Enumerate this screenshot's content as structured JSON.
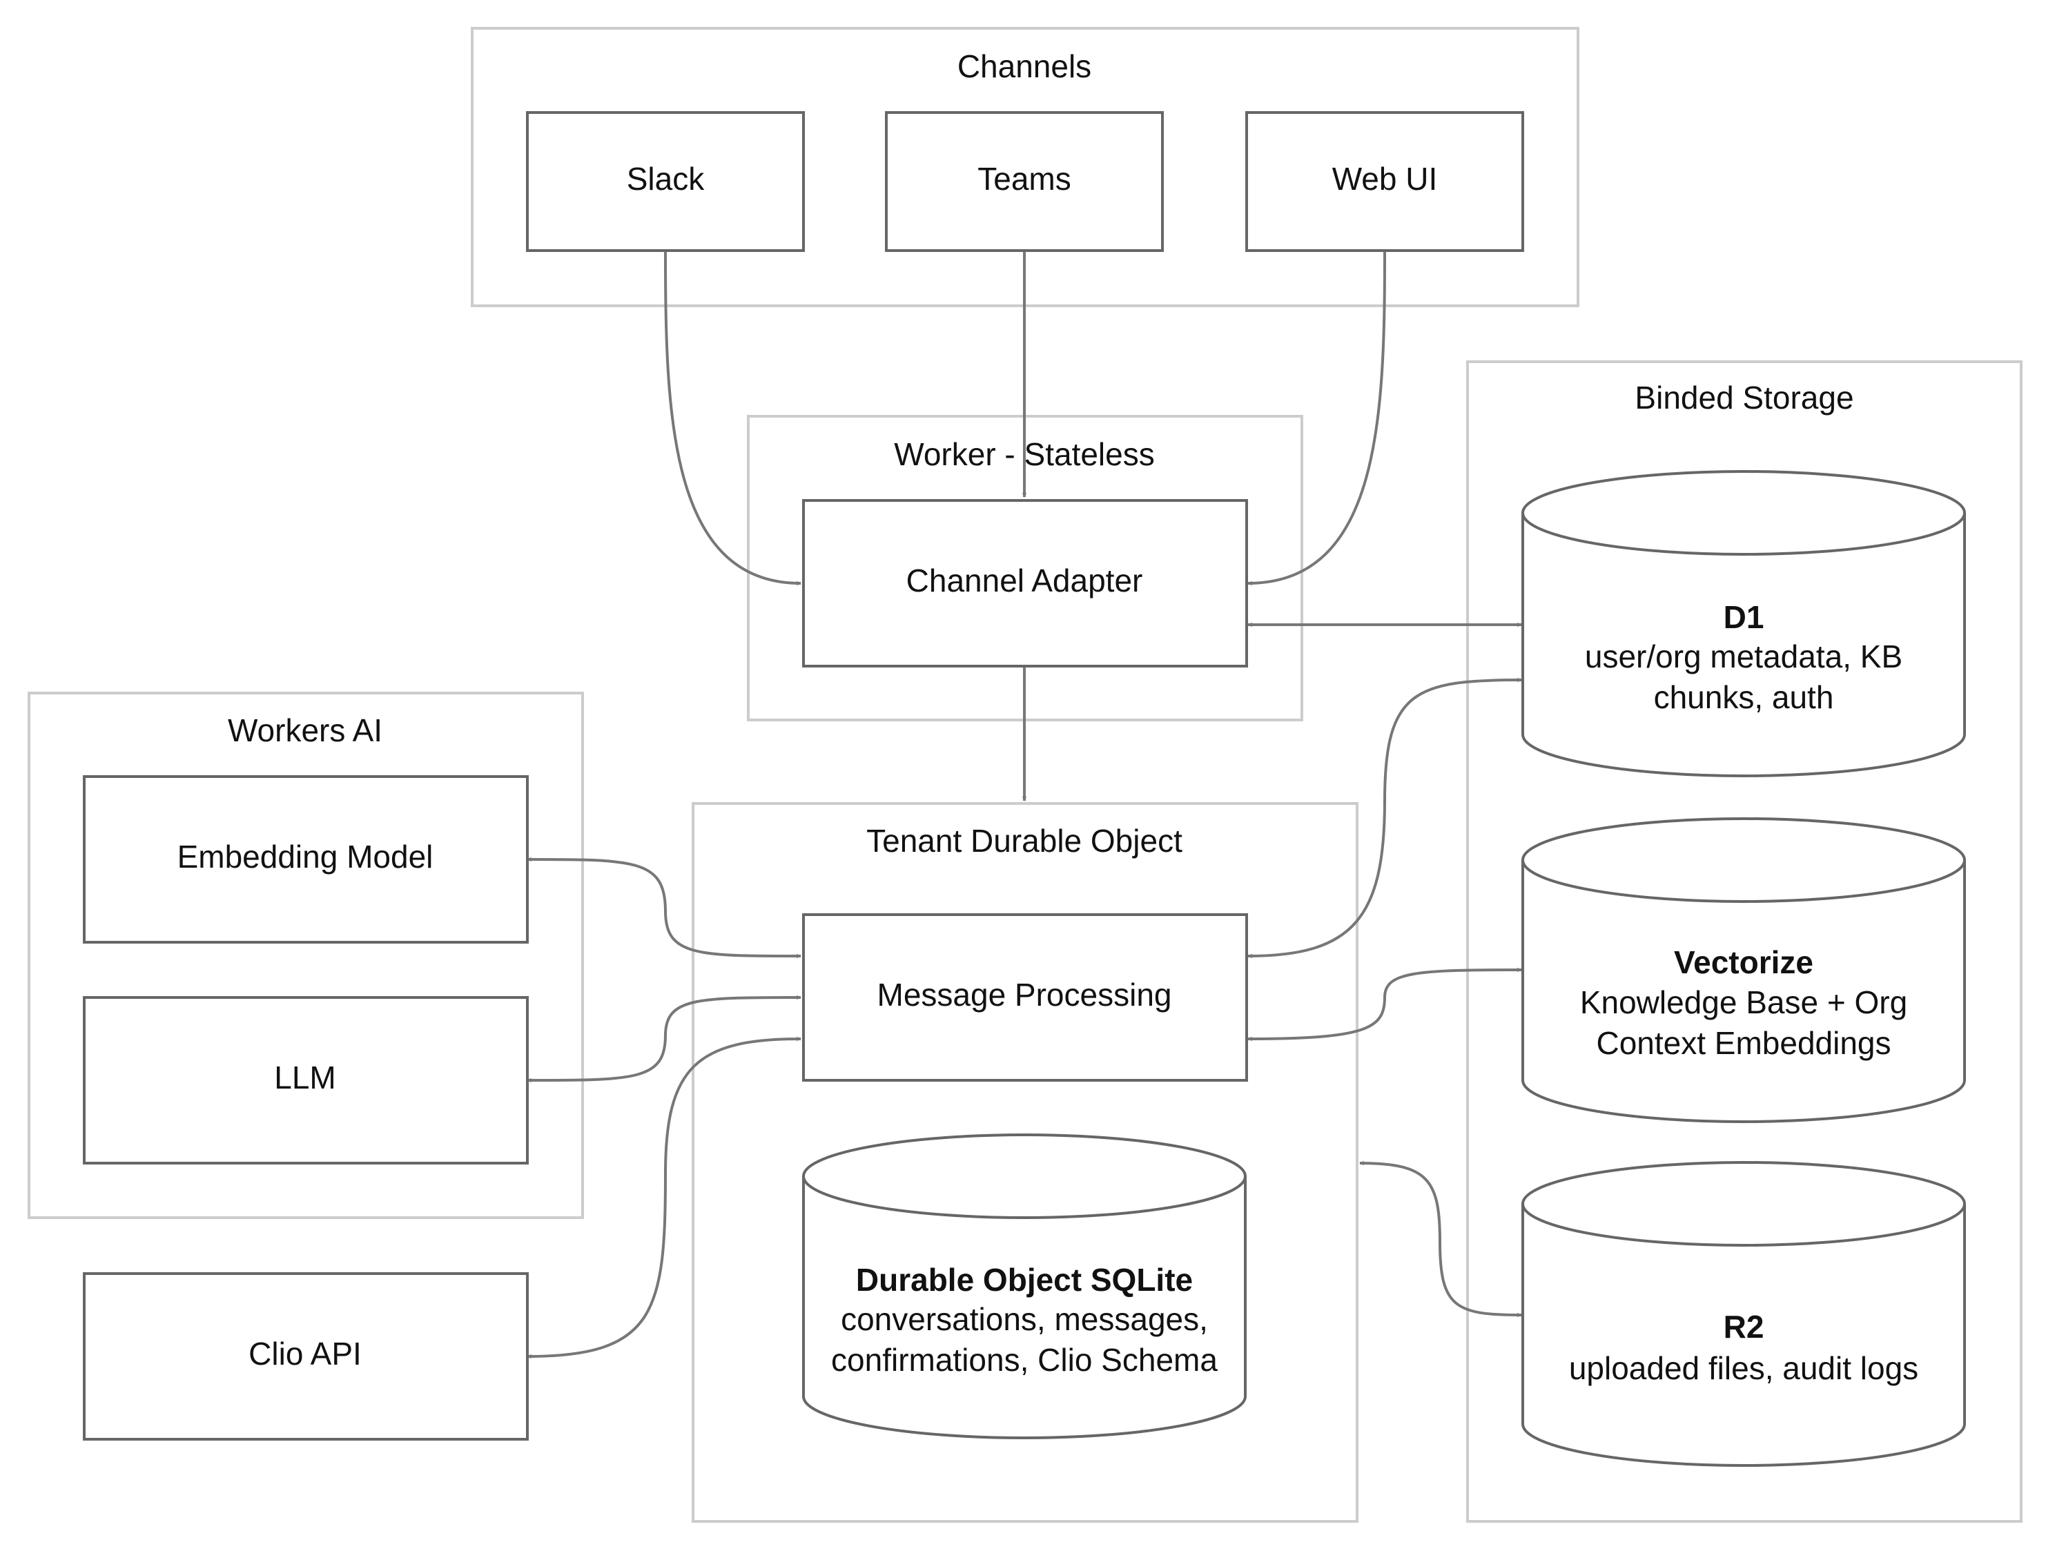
{
  "groups": {
    "channels": "Channels",
    "worker": "Worker - Stateless",
    "binded_storage": "Binded Storage",
    "workers_ai": "Workers AI",
    "tenant": "Tenant Durable Object"
  },
  "nodes": {
    "slack": "Slack",
    "teams": "Teams",
    "web_ui": "Web UI",
    "channel_adapter": "Channel Adapter",
    "embedding_model": "Embedding Model",
    "llm": "LLM",
    "clio_api": "Clio API",
    "message_processing": "Message Processing"
  },
  "stores": {
    "d1": {
      "title": "D1",
      "line1": "user/org metadata, KB",
      "line2": "chunks, auth"
    },
    "vectorize": {
      "title": "Vectorize",
      "line1": "Knowledge Base + Org",
      "line2": "Context Embeddings"
    },
    "r2": {
      "title": "R2",
      "line1": "uploaded files, audit logs"
    },
    "do_sqlite": {
      "title": "Durable Object SQLite",
      "line1": "conversations, messages,",
      "line2": "confirmations, Clio Schema"
    }
  },
  "colors": {
    "group_border": "#cccccc",
    "node_border": "#666666",
    "edge": "#777777",
    "text": "#111111"
  }
}
